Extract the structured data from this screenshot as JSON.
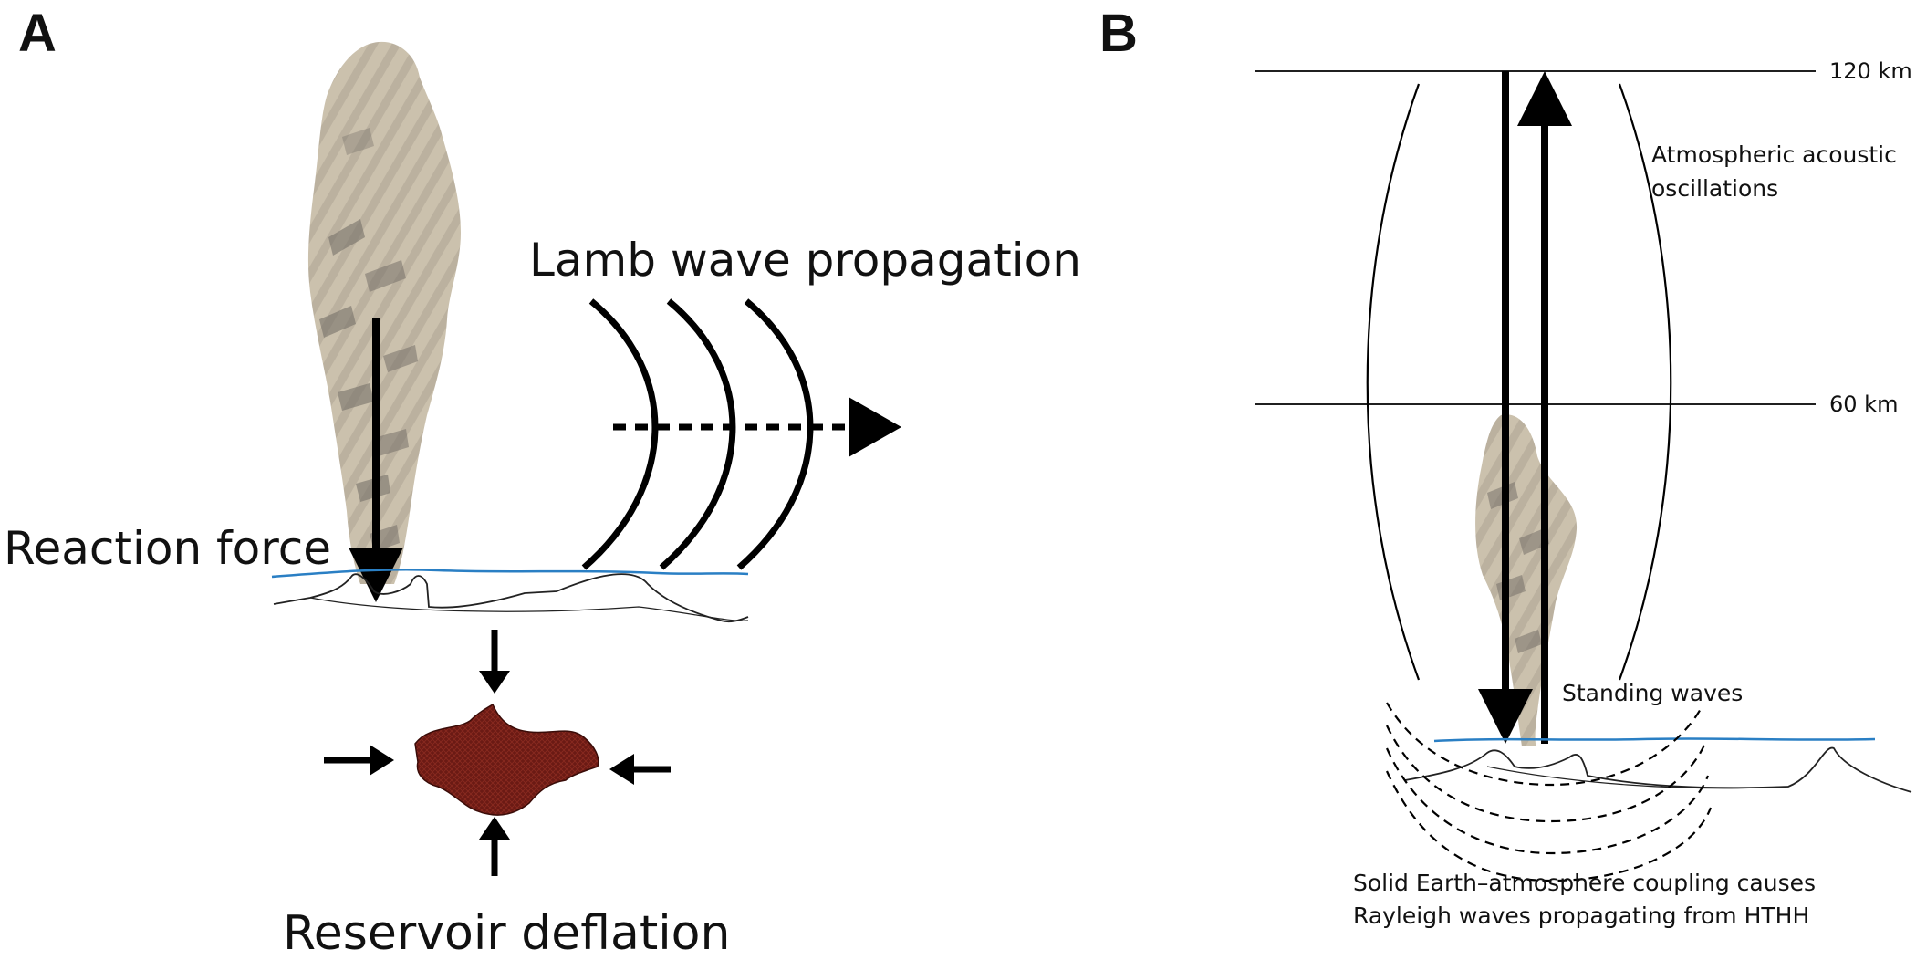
{
  "panel_a": {
    "letter": "A",
    "lamb_wave_label": "Lamb wave propagation",
    "reaction_force_label": "Reaction force",
    "reservoir_label": "Reservoir deflation"
  },
  "panel_b": {
    "letter": "B",
    "altitude_top": "120 km",
    "altitude_mid": "60 km",
    "acoustic_label_line1": "Atmospheric acoustic",
    "acoustic_label_line2": "oscillations",
    "standing_waves_label": "Standing waves",
    "coupling_line1": "Solid Earth–atmosphere coupling causes",
    "coupling_line2": "Rayleigh waves propagating from HTHH"
  },
  "colors": {
    "sea_surface": "#2a7fc4",
    "ground_line": "#222222",
    "arrows": "#000000",
    "plume": "#c7bca8",
    "plume_dark": "#6f6a63",
    "reservoir": "#6b1a14"
  },
  "icons": [
    "eruption-plume-illustration",
    "magma-reservoir-illustration"
  ]
}
